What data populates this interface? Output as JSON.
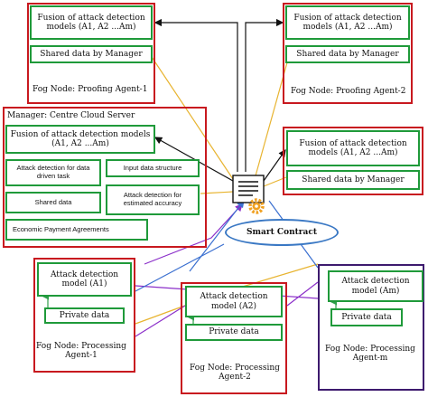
{
  "colors": {
    "node_border": "#c8191f",
    "agent_m_border": "#3d1a6e",
    "box_border": "#1f9a3a",
    "contract_border": "#3a78c4",
    "wire_black": "#111111",
    "wire_yellow": "#e8b430",
    "wire_purple": "#8b2fc9",
    "wire_blue": "#3a6fd0",
    "wire_green": "#2e9e4a",
    "gear": "#f0a020"
  },
  "icons": {
    "contract": "smart-contract-document-gear-icon"
  },
  "proofing_agent_1": {
    "fusion": "Fusion of attack detection models (A1, A2 ...Am)",
    "shared": "Shared data by Manager",
    "caption": "Fog Node: Proofing Agent-1"
  },
  "proofing_agent_2": {
    "fusion": "Fusion of attack detection models (A1, A2 ...Am)",
    "shared": "Shared data by Manager",
    "caption": "Fog Node: Proofing Agent-2"
  },
  "manager": {
    "title": "Manager: Centre Cloud Server",
    "fusion": "Fusion of attack detection models (A1, A2 ...Am)",
    "attack_task": "Attack detection for data driven task",
    "input_structure": "Input data structure",
    "shared": "Shared data",
    "attack_accuracy": "Attack detection for estimated accuracy",
    "payment": "Economic Payment Agreements"
  },
  "proofing_agent_m": {
    "fusion": "Fusion of attack detection models (A1, A2 ...Am)",
    "shared": "Shared data by Manager"
  },
  "smart_contract": {
    "label": "Smart Contract"
  },
  "processing_agent_1": {
    "model": "Attack detection model (A1)",
    "private": "Private data",
    "caption": "Fog Node: Processing Agent-1"
  },
  "processing_agent_2": {
    "model": "Attack detection model (A2)",
    "private": "Private data",
    "caption": "Fog Node: Processing Agent-2"
  },
  "processing_agent_m": {
    "model": "Attack detection model (Am)",
    "private": "Private data",
    "caption": "Fog Node: Processing Agent-m"
  }
}
